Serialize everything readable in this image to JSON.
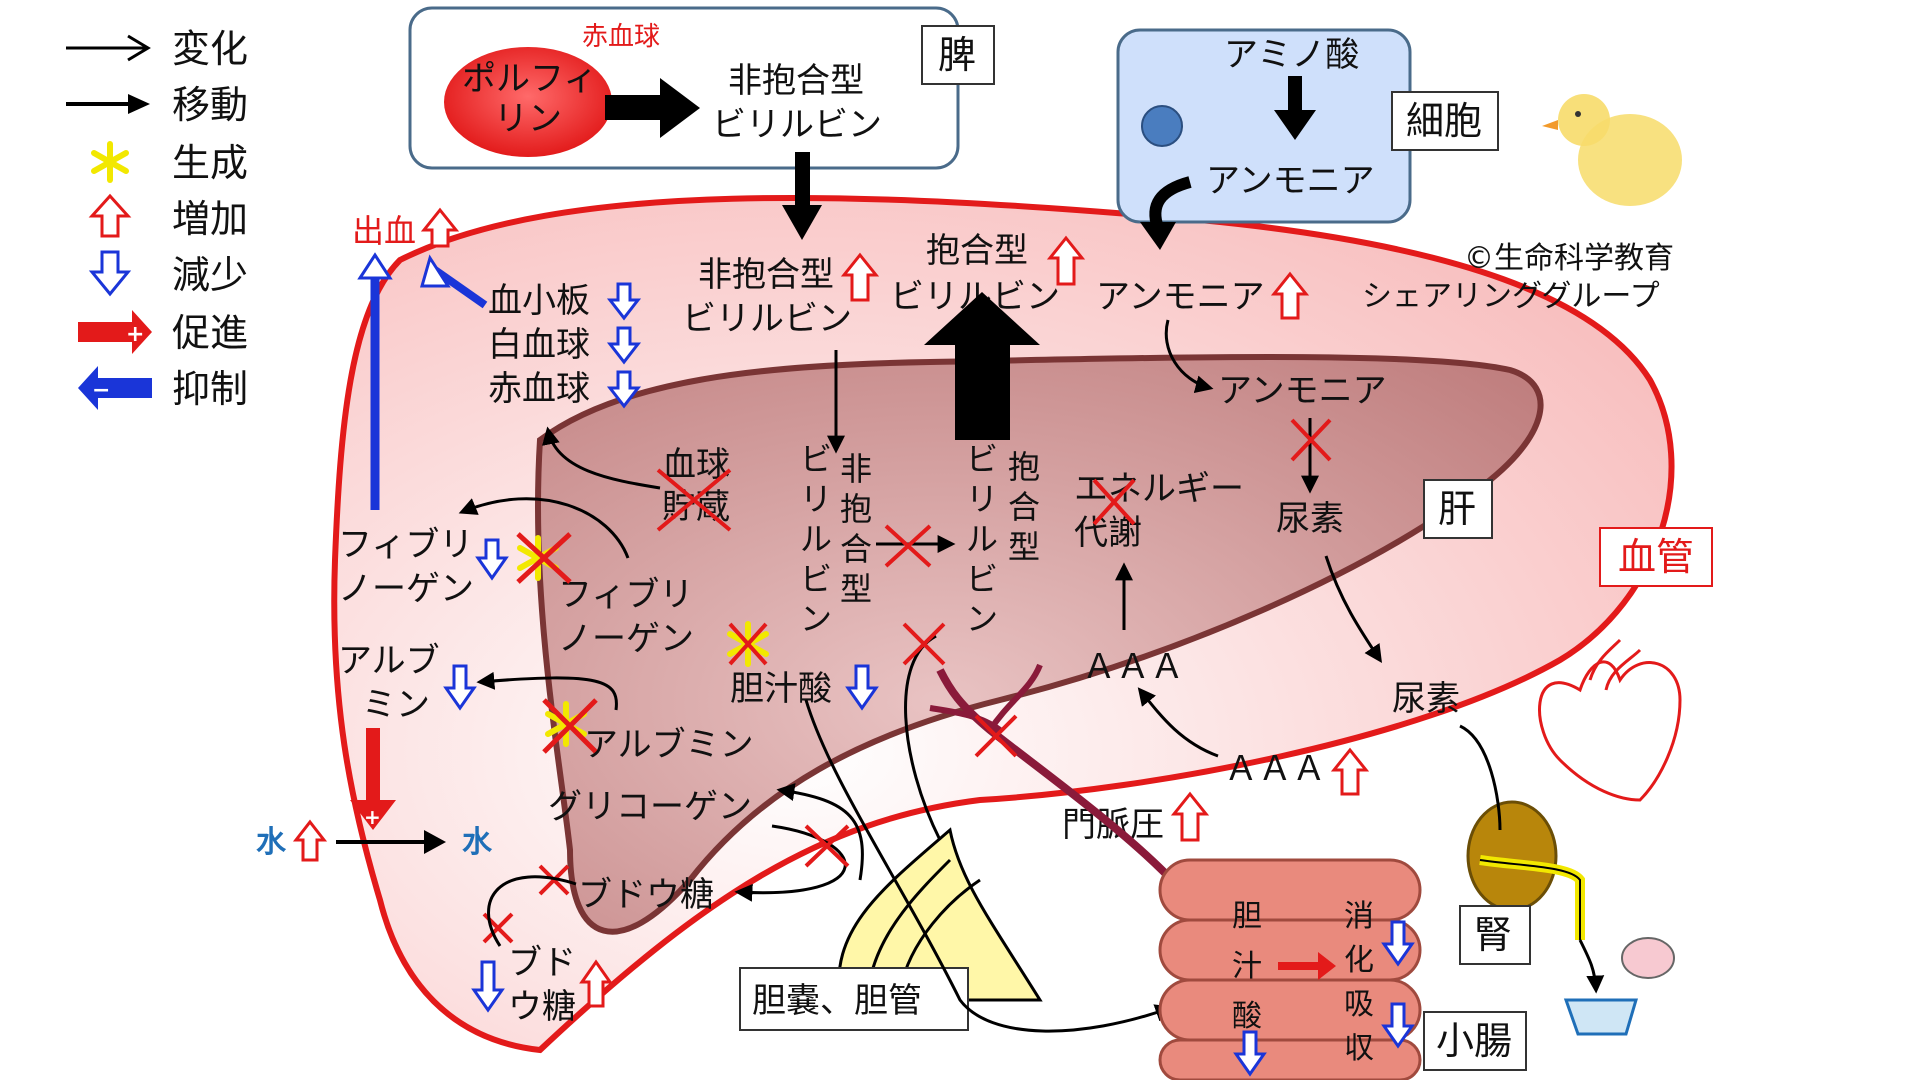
{
  "legend": {
    "change": "変化",
    "move": "移動",
    "generate": "生成",
    "increase": "増加",
    "decrease": "減少",
    "promote": "促進",
    "suppress": "抑制"
  },
  "boxes": {
    "spleen": "脾",
    "cell": "細胞",
    "liver": "肝",
    "vessel": "血管",
    "gallbladder": "胆嚢、胆管",
    "kidney": "腎",
    "intestine": "小腸"
  },
  "spleen_panel": {
    "rbc": "赤血球",
    "porphyrin_1": "ポルフィ",
    "porphyrin_2": "リン",
    "unconj_1": "非抱合型",
    "unconj_2": "ビリルビン"
  },
  "cell_panel": {
    "amino_acid": "アミノ酸",
    "ammonia": "アンモニア"
  },
  "copyright": {
    "line1": "©生命科学教育",
    "line2": "シェアリンググループ"
  },
  "blood": {
    "bleeding": "出血",
    "platelet": "血小板",
    "wbc": "白血球",
    "rbc": "赤血球",
    "unconj_1": "非抱合型",
    "unconj_2": "ビリルビン",
    "conj_1": "抱合型",
    "conj_2": "ビリルビン",
    "ammonia": "アンモニア",
    "fibrinogen_1": "フィブリ",
    "fibrinogen_2": "ノーゲン",
    "albumin_1": "アルブ",
    "albumin_2": "ミン",
    "water_left": "水",
    "water_right": "水",
    "glucose_1": "ブド",
    "glucose_2": "ウ糖",
    "urea": "尿素",
    "aaa": "ＡＡＡ",
    "portal_pressure": "門脈圧"
  },
  "liver": {
    "blood_storage_1": "血球",
    "blood_storage_2": "貯蔵",
    "unconj_chars": [
      "非",
      "抱",
      "合",
      "型",
      "ビ",
      "リ",
      "ル",
      "ビ",
      "ン"
    ],
    "conj_chars": [
      "抱",
      "合",
      "型",
      "ビ",
      "リ",
      "ル",
      "ビ",
      "ン"
    ],
    "energy_1": "エネルギー",
    "energy_2": "代謝",
    "ammonia": "アンモニア",
    "urea": "尿素",
    "fibrinogen_1": "フィブリ",
    "fibrinogen_2": "ノーゲン",
    "bile_acid": "胆汁酸",
    "albumin": "アルブミン",
    "glycogen": "グリコーゲン",
    "glucose": "ブドウ糖",
    "aaa": "ＡＡＡ"
  },
  "intestine": {
    "bile_chars": [
      "胆",
      "汁",
      "酸"
    ],
    "digest_chars": [
      "消",
      "化",
      "吸",
      "収"
    ]
  },
  "colors": {
    "vessel_fill": "#fbd3d3",
    "vessel_stroke": "#e31a1a",
    "liver_fill": "#c98a8a",
    "liver_stroke": "#7a3535",
    "increase": "#e31a1a",
    "decrease": "#1a35d8",
    "generate": "#f2e800",
    "cross": "#e31a1a",
    "gall": "#fff7a8",
    "intestine": "#e98a7d",
    "cell_panel": "#cfe0fb",
    "spleen_rbc": "#ee2222"
  }
}
